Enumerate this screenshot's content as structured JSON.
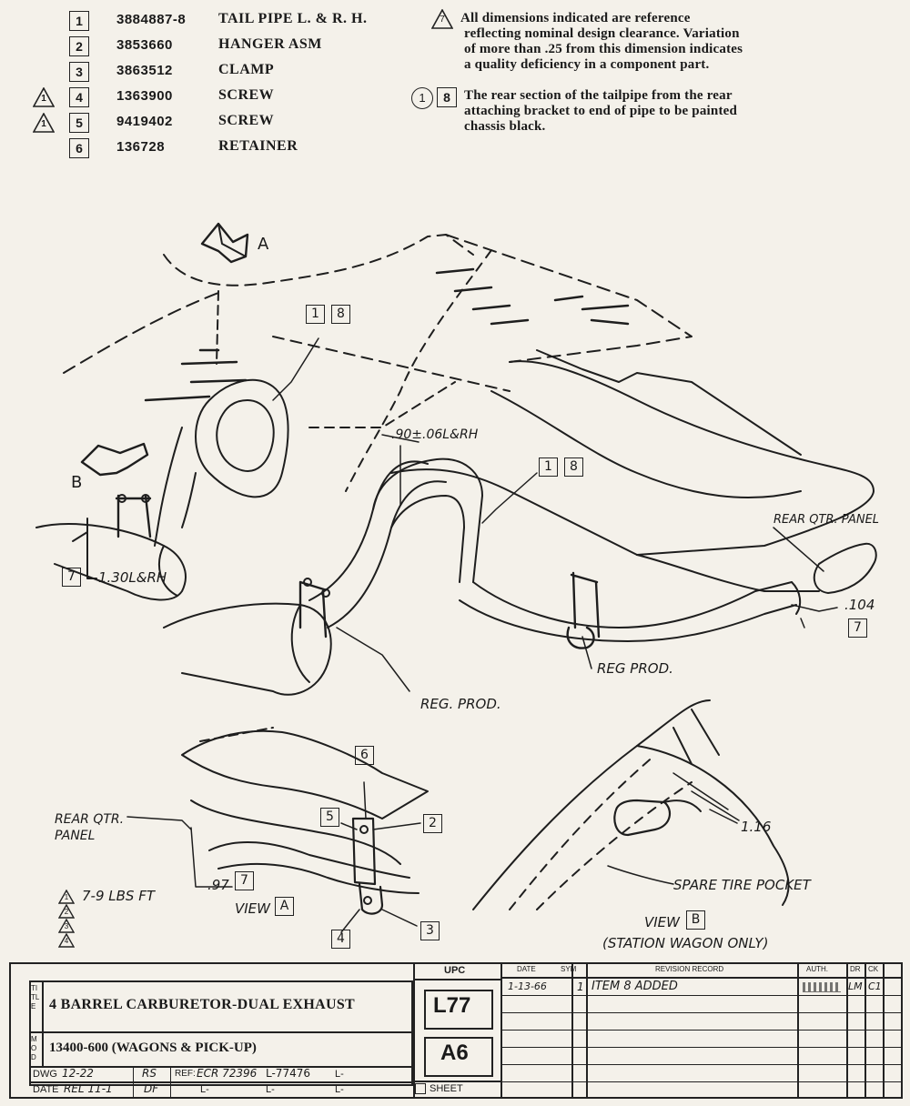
{
  "parts_list": [
    {
      "box": "1",
      "number": "3884887-8",
      "name": "TAIL PIPE L. & R. H.",
      "flag": ""
    },
    {
      "box": "2",
      "number": "3853660",
      "name": "HANGER ASM",
      "flag": ""
    },
    {
      "box": "3",
      "number": "3863512",
      "name": "CLAMP",
      "flag": ""
    },
    {
      "box": "4",
      "number": "1363900",
      "name": "SCREW",
      "flag": "1"
    },
    {
      "box": "5",
      "number": "9419402",
      "name": "SCREW",
      "flag": "1"
    },
    {
      "box": "6",
      "number": "136728",
      "name": "RETAINER",
      "flag": ""
    }
  ],
  "notes": {
    "note7_flag": "7",
    "note7_lines": [
      "All dimensions indicated are reference",
      "reflecting nominal design clearance. Variation",
      "of more than .25 from this dimension indicates",
      "a quality deficiency in a component part."
    ],
    "note8_circle": "1",
    "note8_box": "8",
    "note8_lines": [
      "The rear section of the tailpipe from the rear",
      "attaching bracket to end of pipe to be painted",
      "chassis black."
    ]
  },
  "callouts": {
    "view_a_letter": "A",
    "view_b_letter": "B",
    "box1": "1",
    "box8": "8",
    "box7": "7",
    "dim_90": ".90±.06L&RH",
    "dim_130": "1.30L&RH",
    "dim_104": ".104",
    "rear_qtr_panel_main": "REAR QTR. PANEL",
    "reg_prod": "REG. PROD.",
    "reg_prod2": "REG PROD.",
    "rear_qtr_panel_view": "REAR QTR.",
    "rear_qtr_panel_view2": "PANEL",
    "dim_97": ".97",
    "dim_116": "1.16",
    "spare_tire_pocket": "SPARE TIRE POCKET",
    "torque_note": "7-9 LBS FT",
    "torque_flags": [
      "1",
      "2",
      "3",
      "4"
    ],
    "view_label": "VIEW",
    "station_wagon_only": "(STATION WAGON ONLY)",
    "box2": "2",
    "box3": "3",
    "box4": "4",
    "box5": "5",
    "box6": "6"
  },
  "title_block": {
    "title_side": "TITLE",
    "title": "4 BARREL CARBURETOR-DUAL EXHAUST",
    "model_side": "MOD",
    "model": "13400-600 (WAGONS & PICK-UP)",
    "dwg_label": "DWG",
    "dwg_value": "12-22",
    "dwg_initials": "RS",
    "ref_label": "REF:",
    "ref_value": "ECR 72396",
    "ref_l1": "L-77476",
    "ref_l2": "L-",
    "date_label": "DATE",
    "date_value": "REL 11-1",
    "date_initials": "DF",
    "date_l1": "L-",
    "date_l2": "L-",
    "date_l3": "L-",
    "upc_label": "UPC",
    "upc_code": "L77",
    "upc_sub": "A6",
    "sheet_label": "SHEET",
    "rev_headers": {
      "date": "DATE",
      "sym": "SYM",
      "record": "REVISION RECORD",
      "auth": "AUTH.",
      "dr": "DR",
      "ck": "CK"
    },
    "rev_rows": [
      {
        "date": "1-13-66",
        "sym": "1",
        "record": "ITEM 8 ADDED",
        "auth": "",
        "dr": "LM",
        "ck": "C1"
      }
    ]
  }
}
